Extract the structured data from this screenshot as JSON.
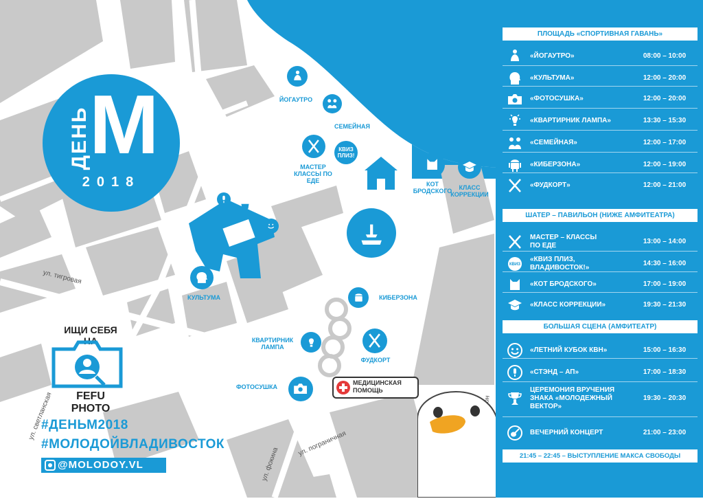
{
  "logo": {
    "word": "ДЕНЬ",
    "letter": "М",
    "year": "2018"
  },
  "map_labels": {
    "yoga": "ЙОГАУТРО",
    "family": "СЕМЕЙНАЯ",
    "food_class": "МАСТЕР КЛАССЫ ПО ЕДЕ",
    "quiz_badge": "КВИЗ ПЛИЗ!",
    "cat": "КОТ БРОДСКОГО",
    "correction": "КЛАСС КОРРЕКЦИИ",
    "kultuma": "КУЛЬТУМА",
    "kiberzona": "КИБЕРЗОНА",
    "lamp": "КВАРТИРНИК ЛАМПА",
    "foodcourt": "ФУДКОРТ",
    "photo": "ФОТОСУШКА",
    "medical": "МЕДИЦИНСКАЯ ПОМОЩЬ"
  },
  "streets": {
    "tigrovaya": "ул. тигровая",
    "svetlanskaya": "ул. светланская",
    "fokina": "ул. фокина",
    "pogranichnaya": "ул. пограничная",
    "stadion": "адион"
  },
  "photo_block": {
    "heading": "ИЩИ СЕБЯ НА",
    "brand": "FEFU PHOTO"
  },
  "hashtags": [
    "#ДЕНЬМ2018",
    "#МОЛОДОЙВЛАДИВОСТОК"
  ],
  "instagram": "@MOLODOY.VL",
  "schedule": {
    "sections": [
      {
        "title": "ПЛОЩАДЬ «СПОРТИВНАЯ ГАВАНЬ»",
        "items": [
          {
            "icon": "yoga-icon",
            "name": "«ЙОГАУТРО»",
            "time": "08:00 – 10:00"
          },
          {
            "icon": "head-icon",
            "name": "«КУЛЬТУМА»",
            "time": "12:00 – 20:00"
          },
          {
            "icon": "camera-icon",
            "name": "«ФОТОСУШКА»",
            "time": "12:00 – 20:00"
          },
          {
            "icon": "lamp-icon",
            "name": "«КВАРТИРНИК ЛАМПА»",
            "time": "13:30 – 15:30"
          },
          {
            "icon": "family-icon",
            "name": "«СЕМЕЙНАЯ»",
            "time": "12:00 – 17:00"
          },
          {
            "icon": "android-icon",
            "name": "«КИБЕРЗОНА»",
            "time": "12:00 – 19:00"
          },
          {
            "icon": "fork-knife-icon",
            "name": "«ФУДКОРТ»",
            "time": "12:00 – 21:00"
          }
        ]
      },
      {
        "title": "ШАТЕР – ПАВИЛЬОН (НИЖЕ АМФИТЕАТРА)",
        "items": [
          {
            "icon": "fork-knife-icon",
            "name": "МАСТЕР – КЛАССЫ",
            "name2": "ПО ЕДЕ",
            "time": "13:00 – 14:00"
          },
          {
            "icon": "quiz-icon",
            "name": "«КВИЗ ПЛИЗ,",
            "name2": "ВЛАДИВОСТОК!»",
            "time": "14:30 – 16:00"
          },
          {
            "icon": "cat-icon",
            "name": "«КОТ БРОДСКОГО»",
            "time": "17:00 – 19:00"
          },
          {
            "icon": "graduation-cap-icon",
            "name": "«КЛАСС КОРРЕКЦИИ»",
            "time": "19:30 – 21:30"
          }
        ]
      },
      {
        "title": "БОЛЬШАЯ СЦЕНА (АМФИТЕАТР)",
        "items": [
          {
            "icon": "smile-icon",
            "name": "«ЛЕТНИЙ КУБОК КВН»",
            "time": "15:00 – 16:30"
          },
          {
            "icon": "microphone-icon",
            "name": "«СТЭНД – АП»",
            "time": "17:00 – 18:30"
          },
          {
            "icon": "trophy-icon",
            "name": "ЦЕРЕМОНИЯ ВРУЧЕНИЯ",
            "name2": "ЗНАКА «МОЛОДЕЖНЫЙ",
            "name3": "ВЕКТОР»",
            "time": "19:30 – 20:30"
          },
          {
            "icon": "guitar-icon",
            "name": "ВЕЧЕРНИЙ КОНЦЕРТ",
            "time": "21:00 – 23:00"
          }
        ]
      }
    ],
    "footer": "21:45 – 22:45 – ВЫСТУПЛЕНИЕ МАКСА СВОБОДЫ"
  },
  "colors": {
    "brand_blue": "#1a9ad6",
    "map_gray": "#c9c9c9",
    "road_white": "#ffffff",
    "beak_orange": "#f0a422",
    "medical_red": "#e43a3a"
  }
}
